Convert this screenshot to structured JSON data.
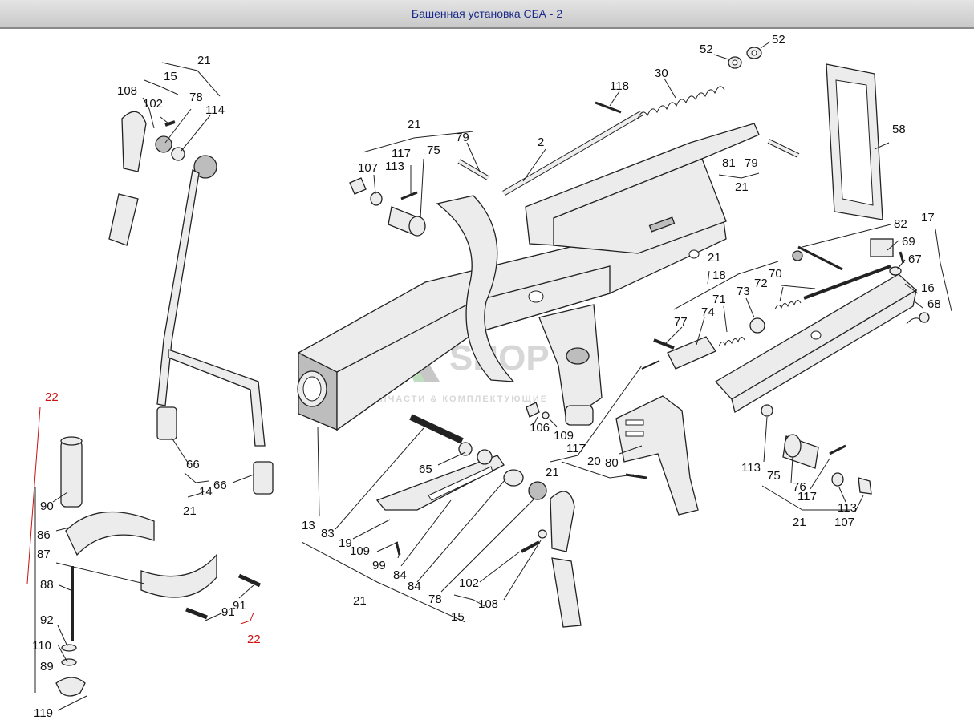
{
  "window": {
    "title": "Башенная установка СБА - 2",
    "accent_color": "#1a2a8a",
    "callout_color": "#111111",
    "highlight_color": "#cc1111"
  },
  "watermark": {
    "brand": "SHOP",
    "tagline": "ЗАПЧАСТИ & КОМПЛЕКТУЮЩИЕ",
    "logo_icon": "axshop-logo-icon"
  },
  "callouts": [
    {
      "id": "c1",
      "label": "21"
    },
    {
      "id": "c2",
      "label": "15"
    },
    {
      "id": "c3",
      "label": "108"
    },
    {
      "id": "c4",
      "label": "102"
    },
    {
      "id": "c5",
      "label": "78"
    },
    {
      "id": "c6",
      "label": "114"
    },
    {
      "id": "c7",
      "label": "21"
    },
    {
      "id": "c8",
      "label": "79"
    },
    {
      "id": "c9",
      "label": "117"
    },
    {
      "id": "c10",
      "label": "75"
    },
    {
      "id": "c11",
      "label": "107"
    },
    {
      "id": "c12",
      "label": "113"
    },
    {
      "id": "c13",
      "label": "118"
    },
    {
      "id": "c14",
      "label": "2"
    },
    {
      "id": "c15",
      "label": "30"
    },
    {
      "id": "c16",
      "label": "52"
    },
    {
      "id": "c17",
      "label": "52"
    },
    {
      "id": "c18",
      "label": "81"
    },
    {
      "id": "c19",
      "label": "79"
    },
    {
      "id": "c20",
      "label": "21"
    },
    {
      "id": "c21",
      "label": "58"
    },
    {
      "id": "c22",
      "label": "82"
    },
    {
      "id": "c23",
      "label": "17"
    },
    {
      "id": "c24",
      "label": "69"
    },
    {
      "id": "c25",
      "label": "67"
    },
    {
      "id": "c26",
      "label": "21"
    },
    {
      "id": "c27",
      "label": "18"
    },
    {
      "id": "c28",
      "label": "70"
    },
    {
      "id": "c29",
      "label": "72"
    },
    {
      "id": "c30",
      "label": "73"
    },
    {
      "id": "c31",
      "label": "71"
    },
    {
      "id": "c32",
      "label": "16"
    },
    {
      "id": "c33",
      "label": "68"
    },
    {
      "id": "c34",
      "label": "77"
    },
    {
      "id": "c35",
      "label": "74"
    },
    {
      "id": "c36",
      "label": "22",
      "red": true
    },
    {
      "id": "c37",
      "label": "90"
    },
    {
      "id": "c38",
      "label": "86"
    },
    {
      "id": "c39",
      "label": "87"
    },
    {
      "id": "c40",
      "label": "88"
    },
    {
      "id": "c41",
      "label": "92"
    },
    {
      "id": "c42",
      "label": "110"
    },
    {
      "id": "c43",
      "label": "89"
    },
    {
      "id": "c44",
      "label": "119"
    },
    {
      "id": "c45",
      "label": "66"
    },
    {
      "id": "c46",
      "label": "14"
    },
    {
      "id": "c47",
      "label": "66"
    },
    {
      "id": "c48",
      "label": "21"
    },
    {
      "id": "c49",
      "label": "91"
    },
    {
      "id": "c50",
      "label": "91"
    },
    {
      "id": "c51",
      "label": "22",
      "red": true
    },
    {
      "id": "c52",
      "label": "13"
    },
    {
      "id": "c53",
      "label": "83"
    },
    {
      "id": "c54",
      "label": "19"
    },
    {
      "id": "c55",
      "label": "65"
    },
    {
      "id": "c56",
      "label": "109"
    },
    {
      "id": "c57",
      "label": "99"
    },
    {
      "id": "c58",
      "label": "84"
    },
    {
      "id": "c59",
      "label": "84"
    },
    {
      "id": "c60",
      "label": "21"
    },
    {
      "id": "c61",
      "label": "78"
    },
    {
      "id": "c62",
      "label": "102"
    },
    {
      "id": "c63",
      "label": "108"
    },
    {
      "id": "c64",
      "label": "15"
    },
    {
      "id": "c65",
      "label": "106"
    },
    {
      "id": "c66",
      "label": "109"
    },
    {
      "id": "c67",
      "label": "117"
    },
    {
      "id": "c68",
      "label": "21"
    },
    {
      "id": "c69",
      "label": "20"
    },
    {
      "id": "c70",
      "label": "80"
    },
    {
      "id": "c71",
      "label": "113"
    },
    {
      "id": "c72",
      "label": "75"
    },
    {
      "id": "c73",
      "label": "76"
    },
    {
      "id": "c74",
      "label": "117"
    },
    {
      "id": "c75",
      "label": "113"
    },
    {
      "id": "c76",
      "label": "21"
    },
    {
      "id": "c77",
      "label": "107"
    }
  ]
}
